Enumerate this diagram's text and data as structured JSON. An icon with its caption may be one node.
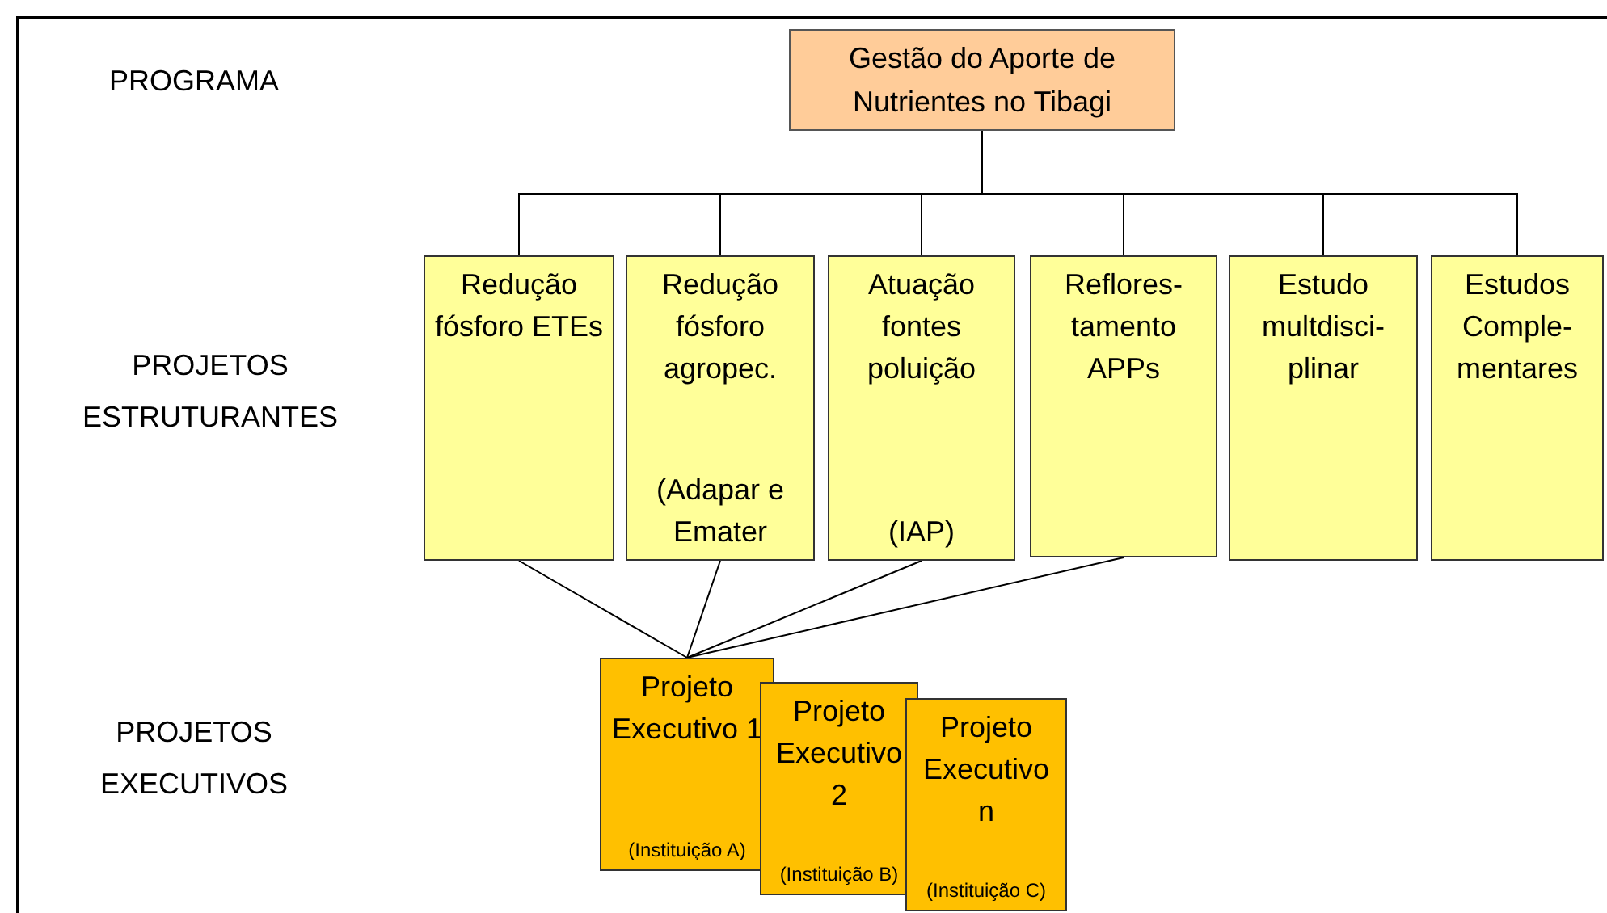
{
  "diagram": {
    "nodes": [
      {
        "text": [
          "Gestão do Aporte de Nutrientes no Tibagi"
        ]
      },
      {
        "text": [
          "Redução fósforo ETEs"
        ]
      },
      {
        "text": [
          "Redução fósforo agropec.",
          "(Adapar e Emater"
        ]
      },
      {
        "text": [
          "Atuação fontes poluição",
          "(IAP)"
        ]
      },
      {
        "text": [
          "Reflores- tamento APPs"
        ]
      },
      {
        "text": [
          "Estudo multdisci- plinar"
        ]
      },
      {
        "text": [
          "Estudos Comple- mentares"
        ]
      },
      {
        "text": [
          "Projeto Executivo 1",
          "(Instituição A)"
        ]
      },
      {
        "text": [
          "Projeto Executivo 2",
          "(Instituição B)"
        ]
      },
      {
        "text": [
          "Projeto Executivo n",
          "(Instituição C)"
        ]
      }
    ],
    "edges": [
      {
        "from": 0,
        "to": 1,
        "arrow": "none"
      },
      {
        "from": 0,
        "to": 2,
        "arrow": "none"
      },
      {
        "from": 0,
        "to": 3,
        "arrow": "none"
      },
      {
        "from": 0,
        "to": 4,
        "arrow": "none"
      },
      {
        "from": 0,
        "to": 5,
        "arrow": "none"
      },
      {
        "from": 0,
        "to": 6,
        "arrow": "none"
      },
      {
        "from": 1,
        "to": 7,
        "arrow": "none"
      },
      {
        "from": 2,
        "to": 7,
        "arrow": "none"
      },
      {
        "from": 3,
        "to": 7,
        "arrow": "none"
      },
      {
        "from": 4,
        "to": 7,
        "arrow": "none"
      }
    ],
    "labels": [
      "PROGRAMA",
      "PROJETOS ESTRUTURANTES",
      "PROJETOS EXECUTIVOS"
    ]
  }
}
